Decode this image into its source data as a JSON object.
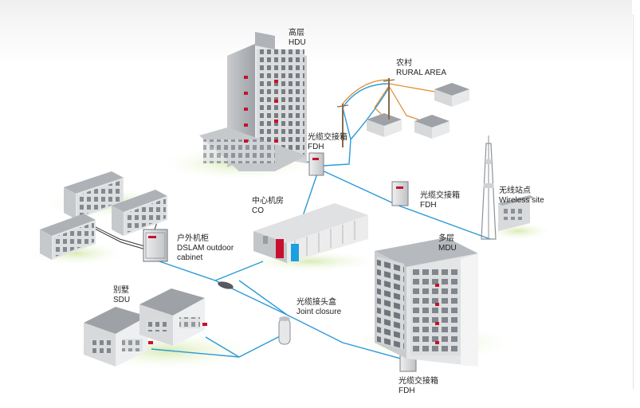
{
  "labels": {
    "hdu": {
      "cn": "高层",
      "en": "HDU"
    },
    "rural": {
      "cn": "农村",
      "en": "RURAL AREA"
    },
    "fdh_top": {
      "cn": "光缆交接箱",
      "en": "FDH"
    },
    "fdh_mid": {
      "cn": "光缆交接箱",
      "en": "FDH"
    },
    "wireless": {
      "cn": "无线站点",
      "en": "Wireless site"
    },
    "co": {
      "cn": "中心机房",
      "en": "CO"
    },
    "dslam": {
      "cn": "户外机柜",
      "en": "DSLAM outdoor",
      "en2": "cabinet"
    },
    "mdu": {
      "cn": "多层",
      "en": "MDU"
    },
    "sdu": {
      "cn": "别墅",
      "en": "SDU"
    },
    "joint": {
      "cn": "光缆接头盒",
      "en": "Joint closure"
    },
    "fdh_bottom": {
      "cn": "光缆交接箱",
      "en": "FDH"
    }
  },
  "colors": {
    "fiber": "#2a9ad8",
    "copper": "#e08a2a",
    "equipment_red": "#c8102e",
    "co_blue_cabinet": "#1aa0e0",
    "building_gray": "#b9bcc0",
    "grass": "#cfe6a8"
  }
}
